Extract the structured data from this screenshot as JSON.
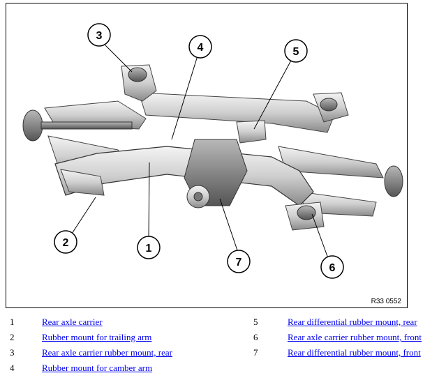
{
  "figure": {
    "reference": "R33 0552",
    "callouts": [
      "1",
      "2",
      "3",
      "4",
      "5",
      "6",
      "7"
    ]
  },
  "legend": {
    "items": [
      {
        "number": "1",
        "label": "Rear axle carrier"
      },
      {
        "number": "2",
        "label": "Rubber mount for trailing arm"
      },
      {
        "number": "3",
        "label": "Rear axle carrier rubber mount, rear"
      },
      {
        "number": "4",
        "label": "Rubber mount for camber arm"
      },
      {
        "number": "5",
        "label": "Rear differential rubber mount, rear"
      },
      {
        "number": "6",
        "label": "Rear axle carrier rubber mount, front"
      },
      {
        "number": "7",
        "label": "Rear differential rubber mount, front"
      }
    ]
  }
}
